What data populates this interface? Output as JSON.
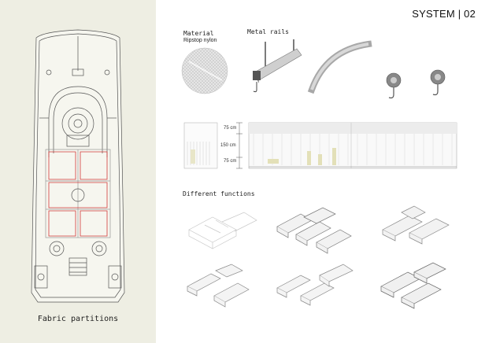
{
  "page": {
    "title": "SYSTEM | 02"
  },
  "left_panel": {
    "caption": "Fabric partitions"
  },
  "materials": {
    "material_label": "Material",
    "material_name": "Ripstop nylon",
    "rails_label": "Metal rails"
  },
  "section": {
    "dim_top": "75 cm",
    "dim_mid": "150 cm",
    "dim_bottom": "75 cm"
  },
  "functions": {
    "label": "Different functions"
  }
}
